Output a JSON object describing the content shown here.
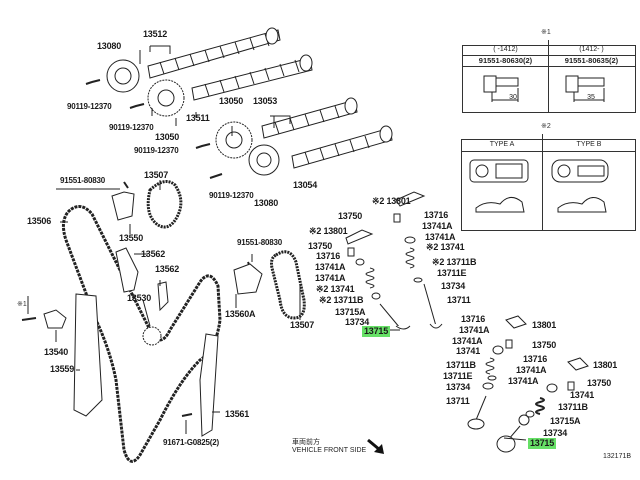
{
  "diagram": {
    "title": "Camshaft & Valve / Timing Chain Parts Diagram",
    "figure_id": "132171B",
    "highlight_color": "#66e066",
    "highlighted_part": "13715"
  },
  "labels": {
    "p13080a": "13080",
    "p13512": "13512",
    "p90119a": "90119-12370",
    "p90119b": "90119-12370",
    "p13511": "13511",
    "p13050a": "13050",
    "p13050b": "13050",
    "p13053": "13053",
    "p90119c": "90119-12370",
    "p90119d": "90119-12370",
    "p13080b": "13080",
    "p13054": "13054",
    "p91551a": "91551-80830",
    "p13507a": "13507",
    "p13506": "13506",
    "p13550": "13550",
    "p13562a": "13562",
    "p13562b": "13562",
    "p13530": "13530",
    "p91551b": "91551-80830",
    "p13560a": "13560A",
    "p13507b": "13507",
    "ref1": "※1",
    "p13540": "13540",
    "p13559": "13559",
    "p13561": "13561",
    "p91671": "91671-G0825(2)",
    "l_13801a": "※2 13801",
    "l_13750a": "13750",
    "l_13716a": "13716",
    "l_13741Aa": "13741A",
    "l_13741Ab": "13741A",
    "l_13741a": "※2 13741",
    "l_13711Ba": "※2 13711B",
    "l_13711Ea": "13711E",
    "l_13734a": "13734",
    "l_13711a": "13711",
    "m_13801": "※2 13801",
    "m_13750": "13750",
    "m_13716": "13716",
    "m_13741Aa": "13741A",
    "m_13741Ab": "13741A",
    "m_13741": "※2 13741",
    "m_13711B": "※2 13711B",
    "m_13715A": "13715A",
    "m_13734": "13734",
    "m_13715": "13715",
    "b_13716": "13716",
    "b_13741Aa": "13741A",
    "b_13741Ab": "13741A",
    "b_13741": "13741",
    "b_13711B": "13711B",
    "b_13711E": "13711E",
    "b_13734": "13734",
    "b_13711": "13711",
    "b_13801": "13801",
    "b_13750": "13750",
    "c_13716": "13716",
    "c_13741Aa": "13741A",
    "c_13741Ab": "13741A",
    "c_13741": "13741",
    "c_13711B": "13711B",
    "c_13715A": "13715A",
    "c_13734": "13734",
    "c_13715": "13715",
    "c_13801": "13801",
    "c_13750": "13750"
  },
  "table1": {
    "ref": "※1",
    "col1_range": "(      -1412)",
    "col2_range": "(1412-      )",
    "col1_part": "91551-80630(2)",
    "col2_part": "91551-80635(2)",
    "col1_length": "30",
    "col2_length": "35"
  },
  "table2": {
    "ref": "※2",
    "col1_header": "TYPE A",
    "col2_header": "TYPE B"
  },
  "direction": {
    "jp": "車両前方",
    "en": "VEHICLE FRONT SIDE"
  }
}
